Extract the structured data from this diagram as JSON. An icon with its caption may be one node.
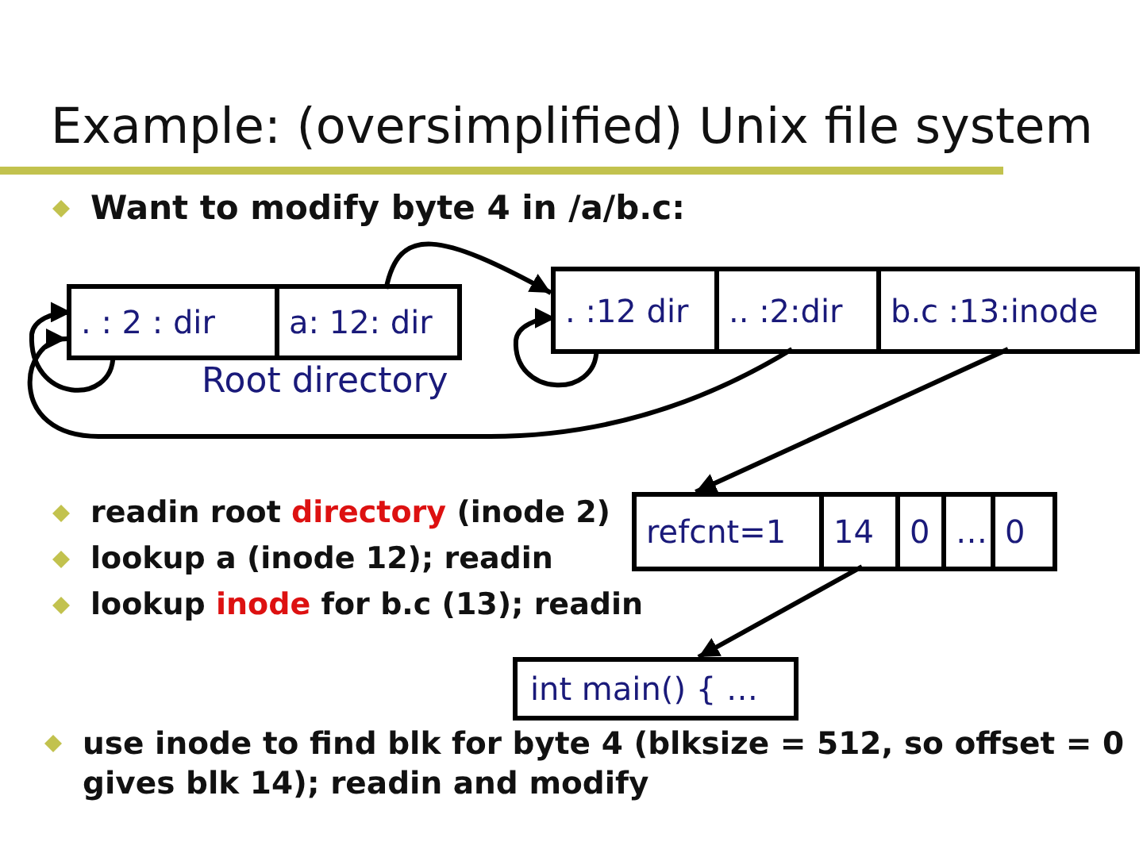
{
  "diagram": {
    "title": "Example: (oversimplified) Unix file system",
    "nodes": [
      {
        "text": [
          "Root directory"
        ]
      },
      {
        "text": [
          ". : 2 : dir"
        ],
        "in": 0
      },
      {
        "text": [
          "a: 12: dir"
        ],
        "in": 0
      },
      {
        "text": [],
        "shape": "box"
      },
      {
        "text": [
          ". :12 dir"
        ],
        "in": 3
      },
      {
        "text": [
          ".. :2:dir"
        ],
        "in": 3
      },
      {
        "text": [
          "b.c :13:inode"
        ],
        "in": 3
      },
      {
        "text": [],
        "shape": "box"
      },
      {
        "text": [
          "refcnt=1"
        ],
        "in": 7
      },
      {
        "text": [
          "14"
        ],
        "in": 7
      },
      {
        "text": [
          "0"
        ],
        "in": 7
      },
      {
        "text": [
          "…"
        ],
        "in": 7
      },
      {
        "text": [
          "0"
        ],
        "in": 7
      },
      {
        "text": [
          "int main() { …"
        ]
      }
    ],
    "edges": [
      {
        "from": 1,
        "to": 1,
        "arrow": "to"
      },
      {
        "from": 2,
        "to": 3,
        "arrow": "to"
      },
      {
        "from": 4,
        "to": 4,
        "arrow": "to"
      },
      {
        "from": 5,
        "to": 0,
        "arrow": "to"
      },
      {
        "from": 6,
        "to": 7,
        "arrow": "to"
      },
      {
        "from": 9,
        "to": 13,
        "arrow": "to"
      }
    ],
    "labels": [
      "Want to modify byte 4 in /a/b.c:",
      "readin root directory (inode 2)",
      "lookup a (inode 12); readin",
      "lookup inode for b.c (13); readin",
      "use inode to find blk for byte 4 (blksize = 512, so offset = 0 gives blk 14); readin and modify"
    ]
  }
}
